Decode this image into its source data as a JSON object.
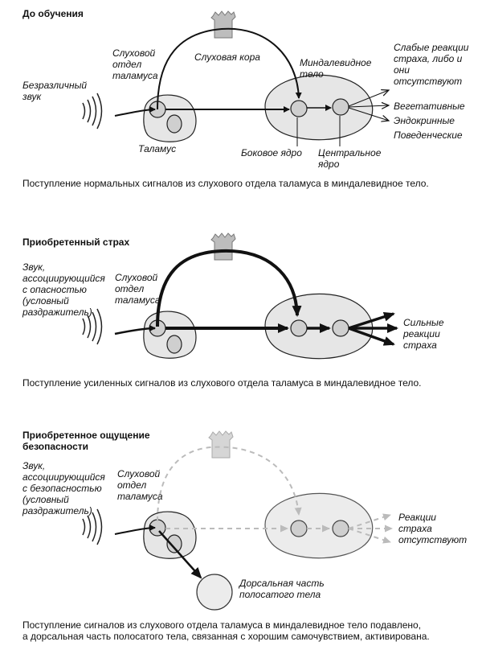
{
  "panel1": {
    "title": "До обучения",
    "sound": "Безразличный звук",
    "thalamus_part": "Слуховой отдел таламуса",
    "cortex": "Слуховая кора",
    "amygdala": "Миндалевидное тело",
    "thalamus": "Таламус",
    "lateral": "Боковое ядро",
    "central": "Центральное ядро",
    "responses": [
      "Слабые реакции страха, либо и они отсутствуют",
      "Вегетативные",
      "Эндокринные",
      "Поведенческие"
    ],
    "caption": "Поступление нормальных сигналов из слухового отдела таламуса в миндалевидное тело."
  },
  "panel2": {
    "title": "Приобретенный страх",
    "sound": "Звук, ассоциирующийся с опасностью (условный раздражитель)",
    "thalamus_part": "Слуховой отдел таламуса",
    "response": "Сильные реакции страха",
    "caption": "Поступление усиленных сигналов из слухового отдела таламуса в миндалевидное тело."
  },
  "panel3": {
    "title": "Приобретенное ощущение безопасности",
    "sound": "Звук, ассоциирующийся с безопасностью (условный раздражитель)",
    "thalamus_part": "Слуховой отдел таламуса",
    "response": "Реакции страха отсутствуют",
    "striatum": "Дорсальная часть полосатого тела",
    "caption_line1": "Поступление сигналов из слухового отдела таламуса в миндалевидное тело подавлено,",
    "caption_line2": "а дорсальная часть полосатого тела, связанная с хорошим самочувствием, активирована."
  }
}
